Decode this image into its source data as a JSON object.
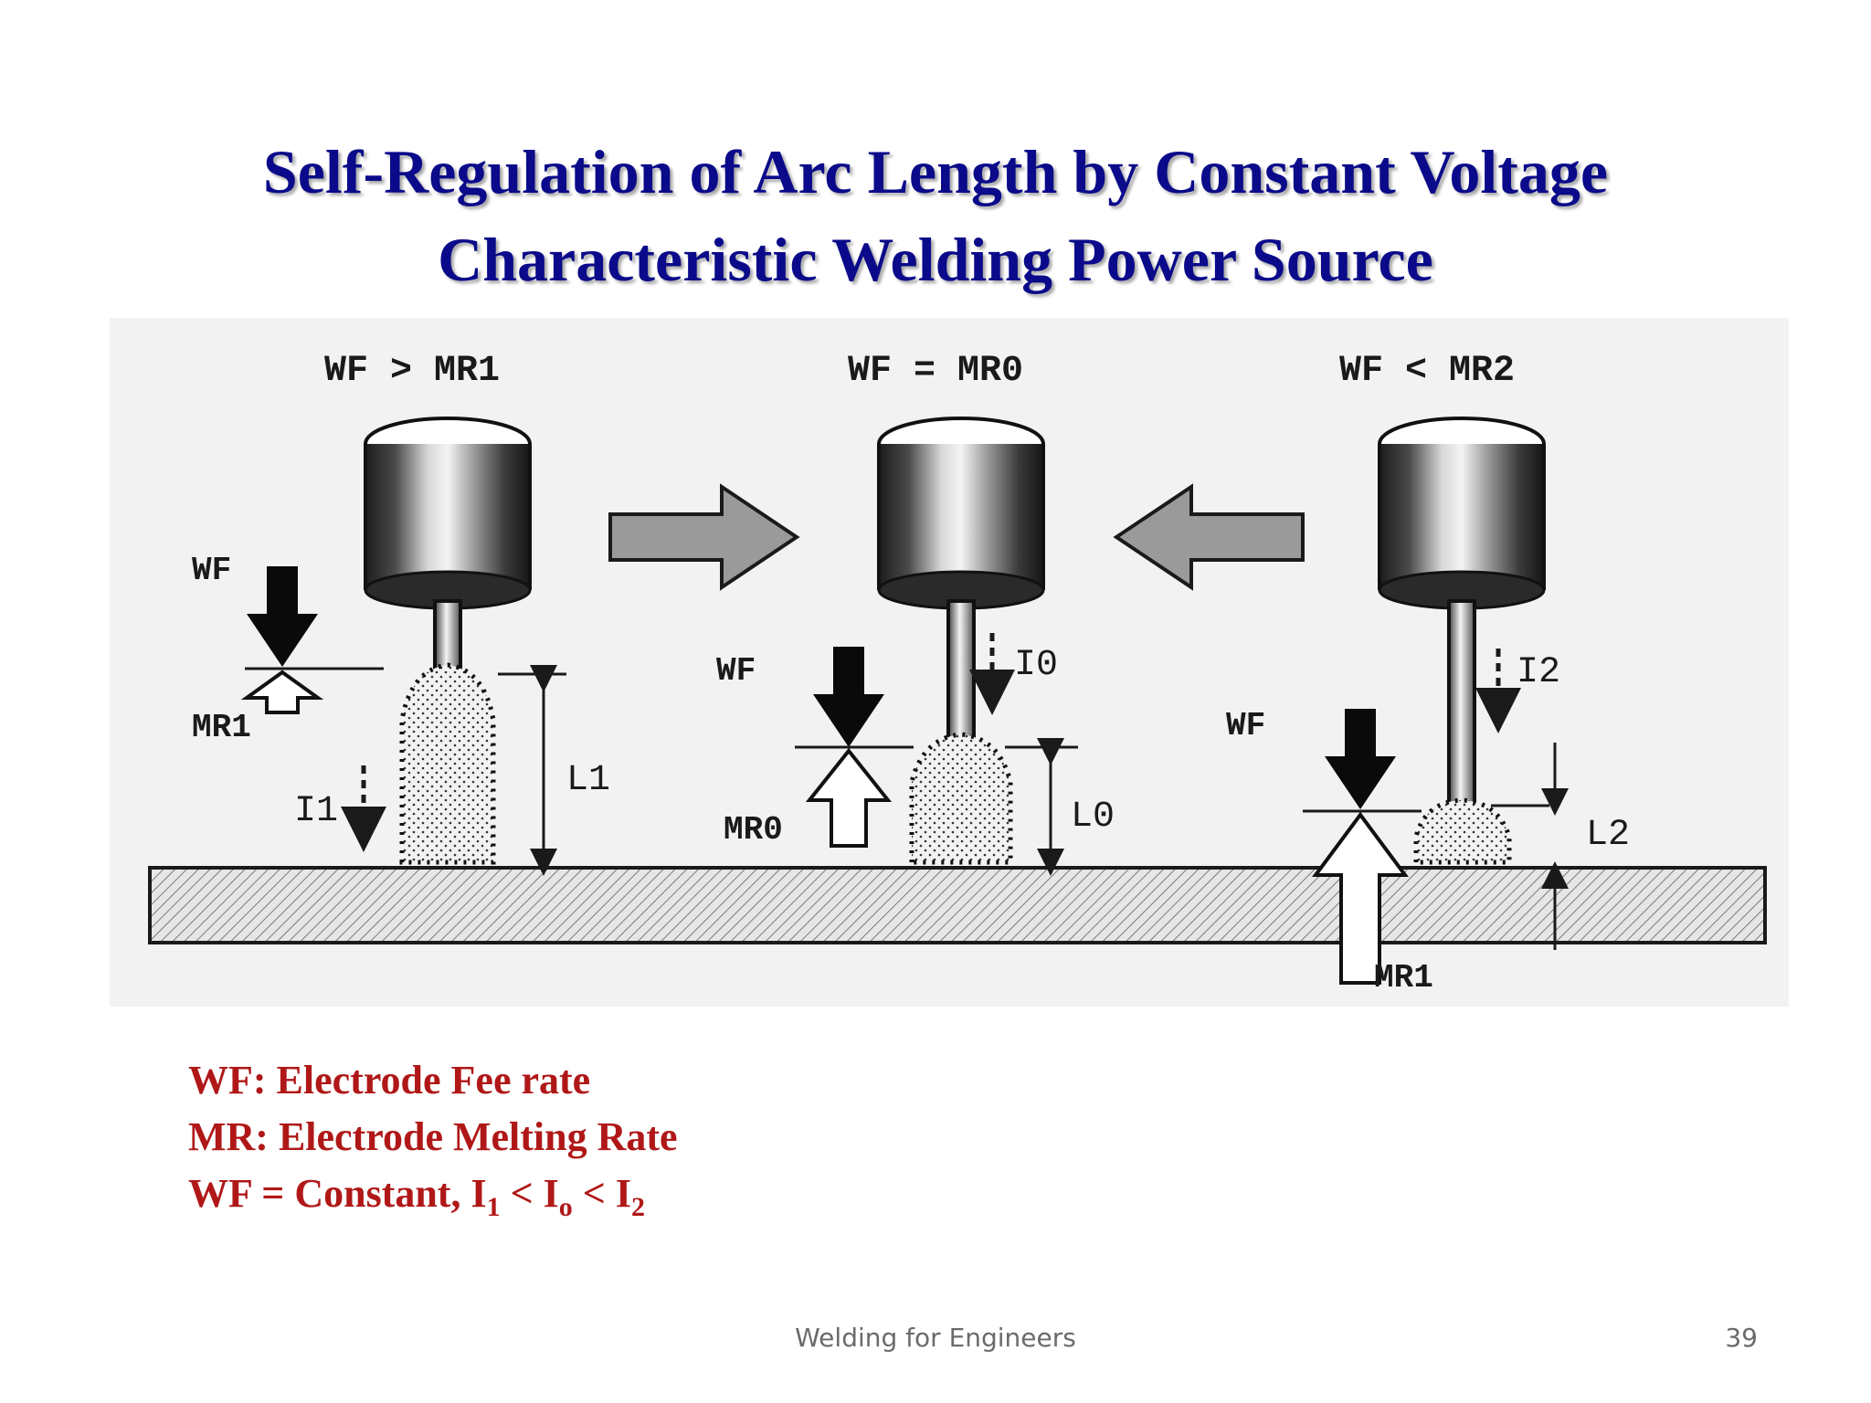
{
  "title": {
    "line1": "Self-Regulation of  Arc Length by Constant Voltage",
    "line2": "Characteristic Welding Power Source"
  },
  "diagram": {
    "panels": [
      {
        "condition": "WF > MR1",
        "feed_label": "WF",
        "melt_label": "MR1",
        "current_label": "I1",
        "arc_length_label": "L1"
      },
      {
        "condition": "WF = MR0",
        "feed_label": "WF",
        "melt_label": "MR0",
        "current_label": "I0",
        "arc_length_label": "L0"
      },
      {
        "condition": "WF < MR2",
        "feed_label": "WF",
        "melt_label": "MR1",
        "current_label": "I2",
        "arc_length_label": "L2"
      }
    ],
    "arrows": [
      "right-arrow-icon",
      "left-arrow-icon"
    ]
  },
  "legend": {
    "line1": "WF: Electrode Fee rate",
    "line2": "MR: Electrode Melting Rate",
    "line3_prefix": "WF = Constant, I",
    "line3_sub1": "1",
    "line3_mid1": " < I",
    "line3_sub2": "o",
    "line3_mid2": " < I",
    "line3_sub3": "2"
  },
  "footer": {
    "text": "Welding for Engineers",
    "page": "39"
  },
  "colors": {
    "title": "#0a0a8a",
    "legend": "#b01818",
    "footer": "#6b6b6b"
  }
}
